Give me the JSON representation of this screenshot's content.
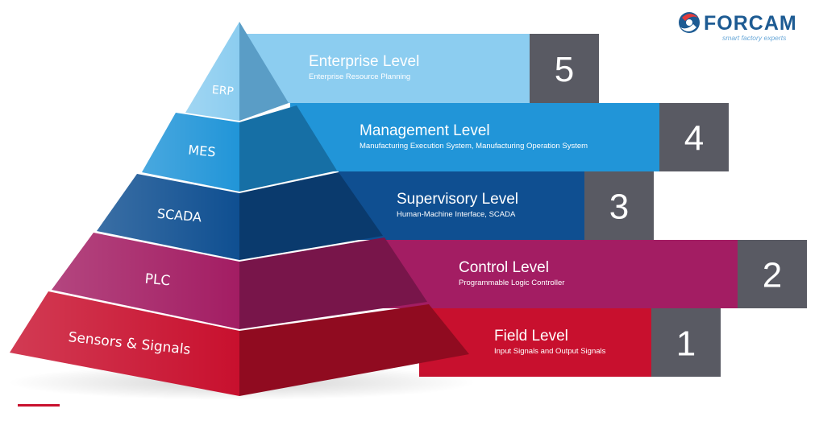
{
  "brand": {
    "name": "FORCAM",
    "tagline": "smart factory experts"
  },
  "levels": [
    {
      "number": "5",
      "title": "Enterprise Level",
      "subtitle": "Enterprise Resource Planning",
      "pyramid_label": "ERP",
      "color": "#8ccdf0",
      "side_color": "#5a9dc6"
    },
    {
      "number": "4",
      "title": "Management Level",
      "subtitle": "Manufacturing Execution System, Manufacturing Operation System",
      "pyramid_label": "MES",
      "color": "#2195d8",
      "side_color": "#166fa5"
    },
    {
      "number": "3",
      "title": "Supervisory Level",
      "subtitle": "Human-Machine Interface, SCADA",
      "pyramid_label": "SCADA",
      "color": "#0f4f91",
      "side_color": "#0a3a6d"
    },
    {
      "number": "2",
      "title": "Control Level",
      "subtitle": "Programmable Logic Controller",
      "pyramid_label": "PLC",
      "color": "#a31d63",
      "side_color": "#78154a"
    },
    {
      "number": "1",
      "title": "Field Level",
      "subtitle": "Input Signals and Output Signals",
      "pyramid_label": "Sensors & Signals",
      "color": "#c8102e",
      "side_color": "#900b20"
    }
  ],
  "number_box_color": "#595a63"
}
